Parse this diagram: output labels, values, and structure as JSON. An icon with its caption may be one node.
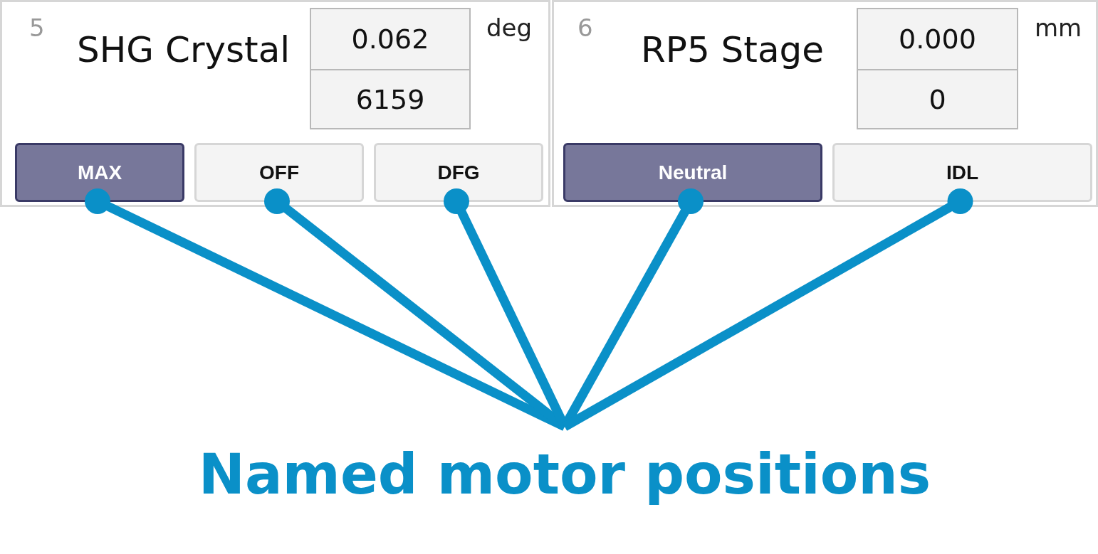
{
  "diagram": {
    "nodes": [
      {
        "text": [
          "5",
          "SHG Crystal",
          "deg"
        ]
      },
      {
        "text": [
          "0.062"
        ],
        "in": 0
      },
      {
        "text": [
          "6159"
        ],
        "in": 0
      },
      {
        "text": [
          "MAX"
        ],
        "in": 0
      },
      {
        "text": [
          "OFF"
        ],
        "in": 0
      },
      {
        "text": [
          "DFG"
        ],
        "in": 0
      },
      {
        "text": [
          "6",
          "RP5 Stage",
          "mm"
        ]
      },
      {
        "text": [
          "0.000"
        ],
        "in": 6
      },
      {
        "text": [
          "0"
        ],
        "in": 6
      },
      {
        "text": [
          "Neutral"
        ],
        "in": 6
      },
      {
        "text": [
          "IDL"
        ],
        "in": 6
      },
      {
        "text": [
          "Named motor positions"
        ]
      }
    ],
    "edges": [
      {
        "from": 11,
        "to": 3,
        "arrow": "other"
      },
      {
        "from": 11,
        "to": 4,
        "arrow": "other"
      },
      {
        "from": 11,
        "to": 5,
        "arrow": "other"
      },
      {
        "from": 11,
        "to": 9,
        "arrow": "other"
      },
      {
        "from": 11,
        "to": 10,
        "arrow": "other"
      }
    ]
  }
}
